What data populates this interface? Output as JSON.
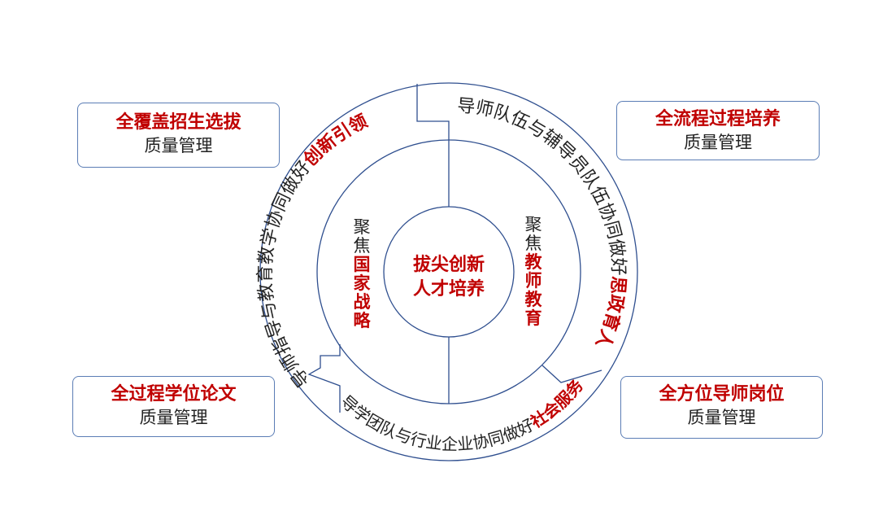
{
  "center": {
    "line1": "拔尖创新",
    "line2": "人才培养"
  },
  "left_focus": {
    "prefix": "聚焦",
    "highlight": "国家战略"
  },
  "right_focus": {
    "prefix": "聚焦",
    "highlight": "教师教育"
  },
  "arc_left": {
    "plain": "导师指导与教育教学协同做好",
    "highlight": "创新引领"
  },
  "arc_right": {
    "plain": "导师队伍与辅导员队伍协同做好",
    "highlight": "思政育人"
  },
  "arc_bottom": {
    "plain": "导学团队与行业企业协同做好",
    "highlight": "社会服务"
  },
  "boxes": {
    "top_left": {
      "title": "全覆盖招生选拔",
      "subtitle": "质量管理"
    },
    "top_right": {
      "title": "全流程过程培养",
      "subtitle": "质量管理"
    },
    "bottom_left": {
      "title": "全过程学位论文",
      "subtitle": "质量管理"
    },
    "bottom_right": {
      "title": "全方位导师岗位",
      "subtitle": "质量管理"
    }
  },
  "colors": {
    "accent": "#c00000",
    "line": "#2f4f8f",
    "box_border": "#5b7db5",
    "text": "#222222"
  }
}
